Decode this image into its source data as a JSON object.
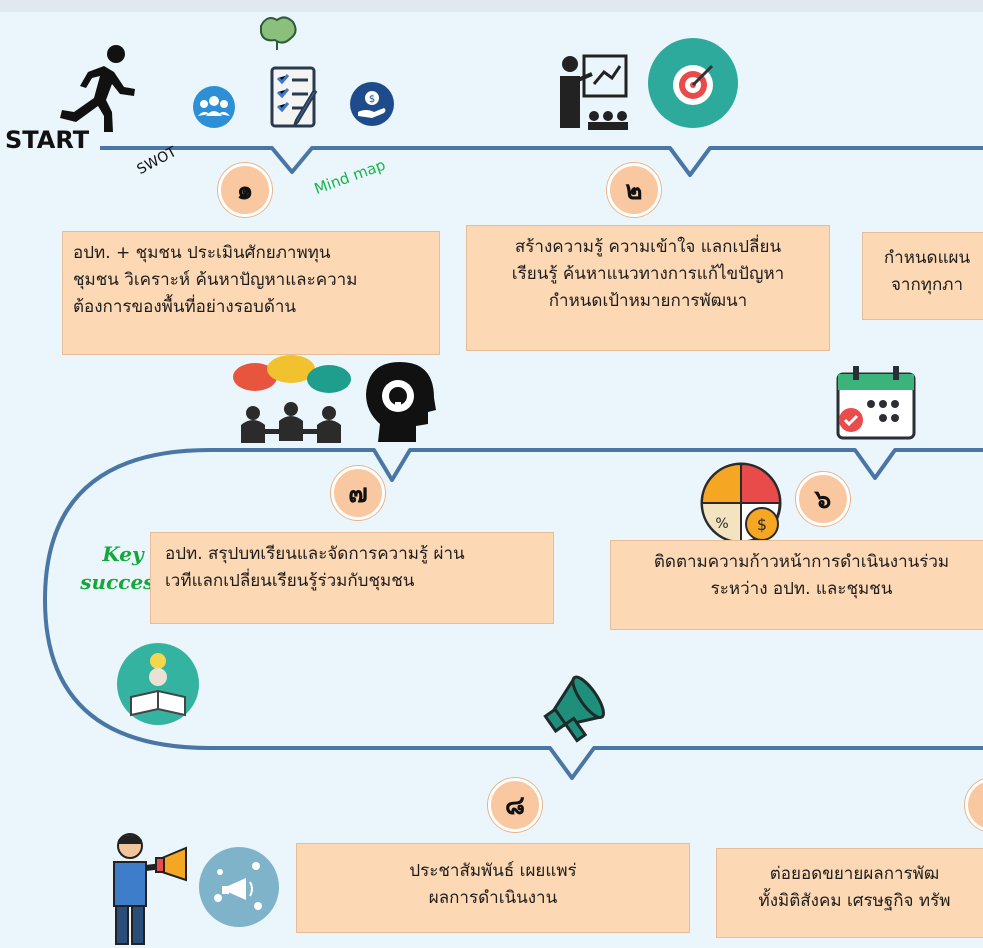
{
  "start_label": "START",
  "swot_label": "SWOT",
  "mindmap_label": "Mind map",
  "key_success_line1": "Key",
  "key_success_line2": "success",
  "steps": {
    "s1": {
      "num": "๑",
      "lines": [
        "อปท. + ชุมชน ประเมินศักยภาพทุน",
        "ชุมชน วิเคราะห์ ค้นหาปัญหาและความ",
        "ต้องการของพื้นที่อย่างรอบด้าน"
      ]
    },
    "s2": {
      "num": "๒",
      "lines": [
        "สร้างความรู้ ความเข้าใจ แลกเปลี่ยน",
        "เรียนรู้ ค้นหาแนวทางการแก้ไขปัญหา",
        "กำหนดเป้าหมายการพัฒนา"
      ]
    },
    "s3": {
      "lines": [
        "กำหนดแผน",
        "จากทุกภา"
      ]
    },
    "s6": {
      "num": "๖",
      "lines": [
        "ติดตามความก้าวหน้าการดำเนินงานร่วม",
        "ระหว่าง อปท. และชุมชน"
      ]
    },
    "s7": {
      "num": "๗",
      "lines": [
        "อปท. สรุปบทเรียนและจัดการความรู้ ผ่าน",
        "เวทีแลกเปลี่ยนเรียนรู้ร่วมกับชุมชน"
      ]
    },
    "s8": {
      "num": "๘",
      "lines": [
        "ประชาสัมพันธ์ เผยแพร่",
        "ผลการดำเนินงาน"
      ]
    },
    "s9": {
      "lines": [
        "ต่อยอดขยายผลการพัฒ",
        "ทั้งมิติสังคม เศรษฐกิจ ทรัพ"
      ]
    }
  },
  "colors": {
    "path": "#4a76a6",
    "box": "#fcd8b4",
    "circle": "#f9c8a0",
    "green": "#14a83c"
  }
}
